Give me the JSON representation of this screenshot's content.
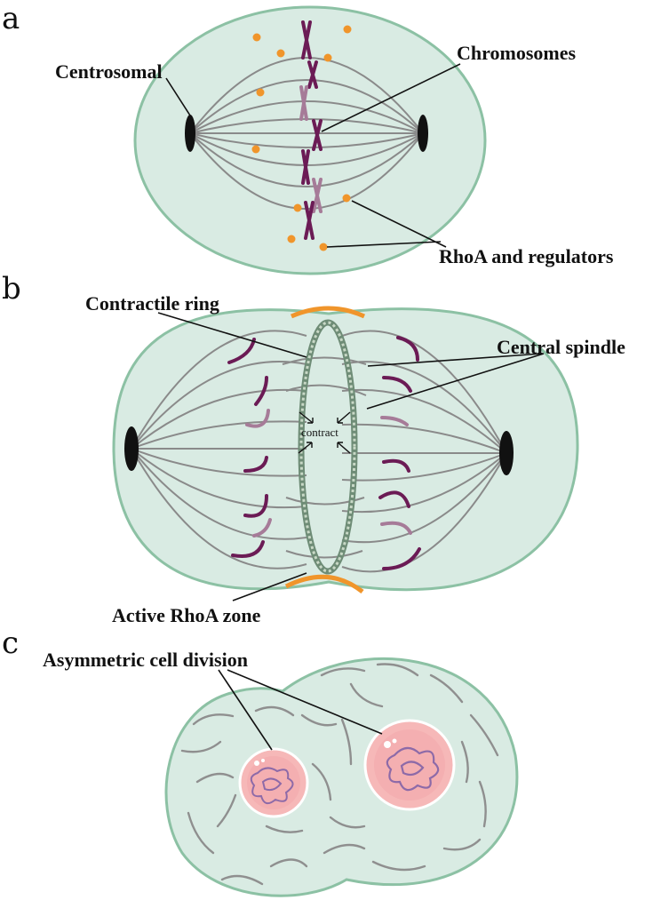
{
  "panels": {
    "a": {
      "letter": "a",
      "labels": {
        "centrosomal": "Centrosomal",
        "chromosomes": "Chromosomes",
        "rhoa": "RhoA and regulators"
      }
    },
    "b": {
      "letter": "b",
      "labels": {
        "contractile_ring": "Contractile ring",
        "central_spindle": "Central spindle",
        "contract": "contract",
        "active_rhoa": "Active RhoA zone"
      }
    },
    "c": {
      "letter": "c",
      "labels": {
        "asymmetric": "Asymmetric cell division"
      }
    }
  },
  "colors": {
    "cell_fill": "#d9ebe3",
    "cell_outline": "#8cc1a4",
    "spindle": "#8a8a8a",
    "chromosome_dark": "#6b1b55",
    "chromosome_light": "#a67b98",
    "rhoa_dot": "#f0952b",
    "rhoa_zone": "#f0952b",
    "nucleus": "#f6b8b8"
  }
}
